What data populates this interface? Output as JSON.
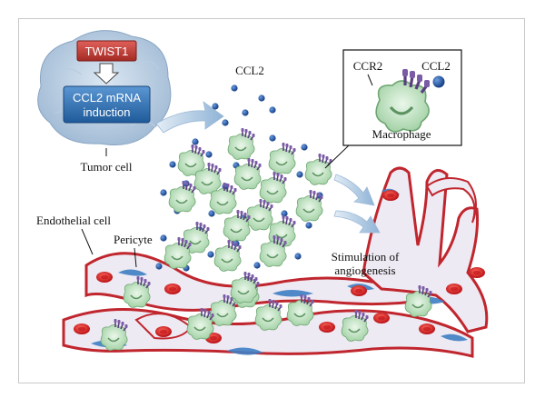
{
  "labels": {
    "twist": "TWIST1",
    "mrna_line1": "CCL2 mRNA",
    "mrna_line2": "induction",
    "tumor": "Tumor cell",
    "ccl2_top": "CCL2",
    "inset_ccr2": "CCR2",
    "inset_ccl2": "CCL2",
    "inset_macrophage": "Macrophage",
    "endothelial": "Endothelial cell",
    "pericyte": "Pericyte",
    "stim_line1": "Stimulation of",
    "stim_line2": "angiogenesis"
  },
  "colors": {
    "tumor_cell": "#a9c4dd",
    "twist_box": "#c0392b",
    "mrna_box": "#2f6fb0",
    "ccl2_dot": "#1f4e9c",
    "macrophage": "#bfe3c0",
    "ccr2_receptor": "#6a4d8c",
    "vessel_wall": "#c0262e",
    "vessel_lumen": "#eeeaf3",
    "pericyte": "#3f7fc4",
    "red_blood_cell": "#d7191c",
    "arrow": "#8fb3d6"
  }
}
